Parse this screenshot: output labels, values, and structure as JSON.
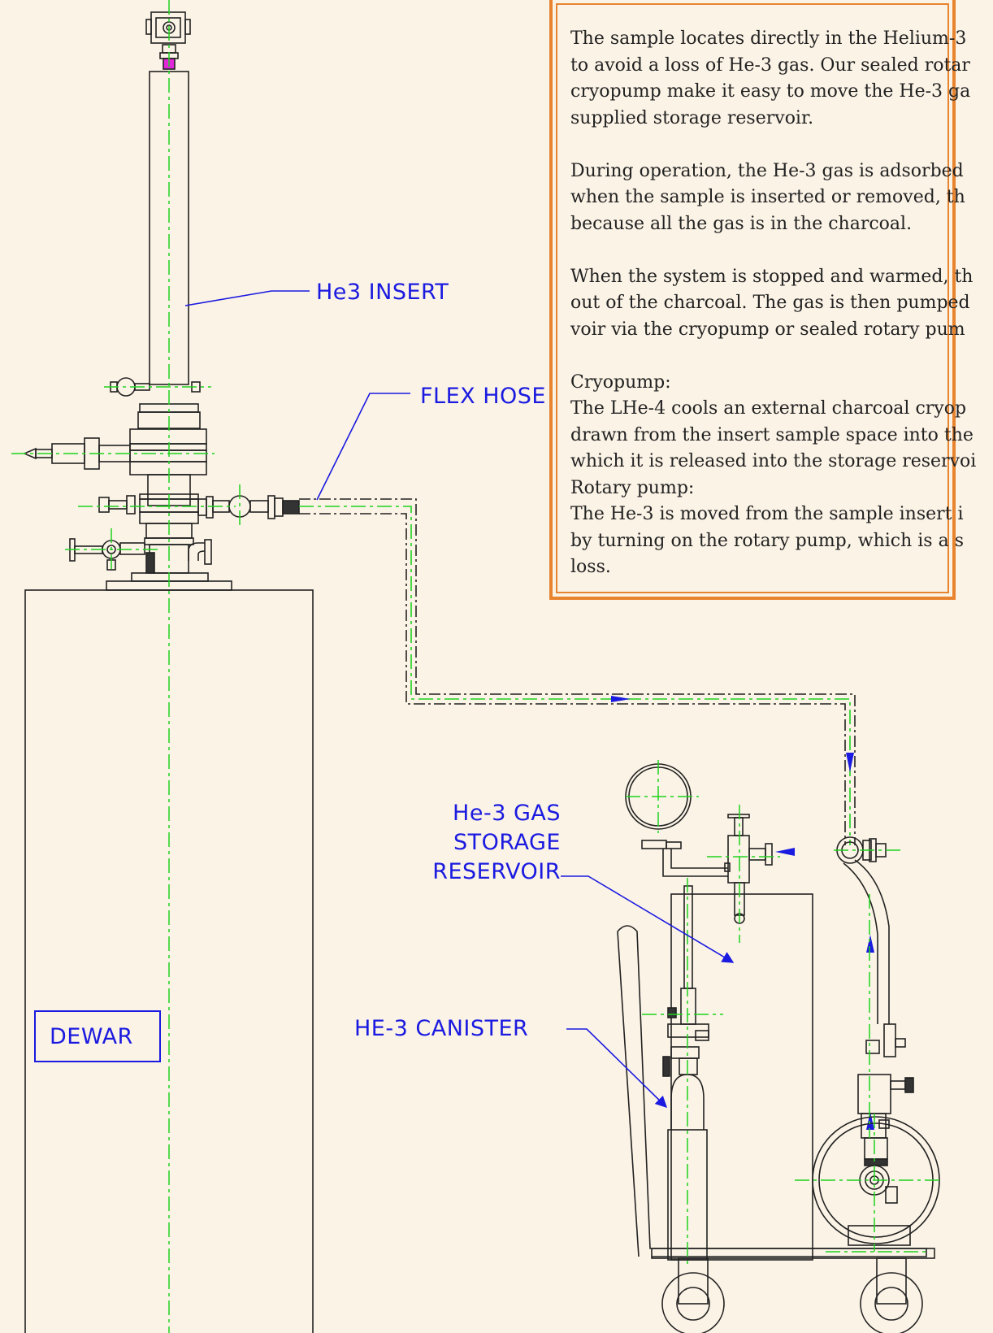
{
  "labels": {
    "he3_insert": "He3 INSERT",
    "flex_hose": "FLEX HOSE",
    "storage_reservoir": [
      "He-3 GAS",
      "STORAGE",
      "RESERVOIR"
    ],
    "he3_canister": "HE-3 CANISTER",
    "dewar": "DEWAR"
  },
  "info_box": {
    "paragraph_1": [
      "The sample locates directly in the Helium-3",
      "to avoid a loss of He-3 gas. Our sealed rotar",
      "cryopump make it easy to move the He-3 ga",
      "supplied storage reservoir."
    ],
    "paragraph_2": [
      "During operation, the He-3 gas is adsorbed",
      "when the sample is inserted or removed, th",
      "because all the gas is in the charcoal."
    ],
    "paragraph_3": [
      "When the system is stopped and warmed, th",
      "out of the charcoal. The gas is then pumped",
      "voir via the cryopump or sealed rotary pum"
    ],
    "paragraph_4": [
      "Cryopump:",
      "The LHe-4 cools an external charcoal cryop",
      "drawn from the insert sample space into the",
      "which it is released into the storage reservoi",
      "Rotary pump:",
      "The He-3 is moved from the sample insert i",
      "by turning on the rotary pump, which is a s",
      "loss."
    ]
  },
  "colors": {
    "background": "#fbf3e6",
    "label_blue": "#1a1ae0",
    "centerline_green": "#1fd21f",
    "box_orange": "#e8832e",
    "line_dark": "#222222"
  }
}
